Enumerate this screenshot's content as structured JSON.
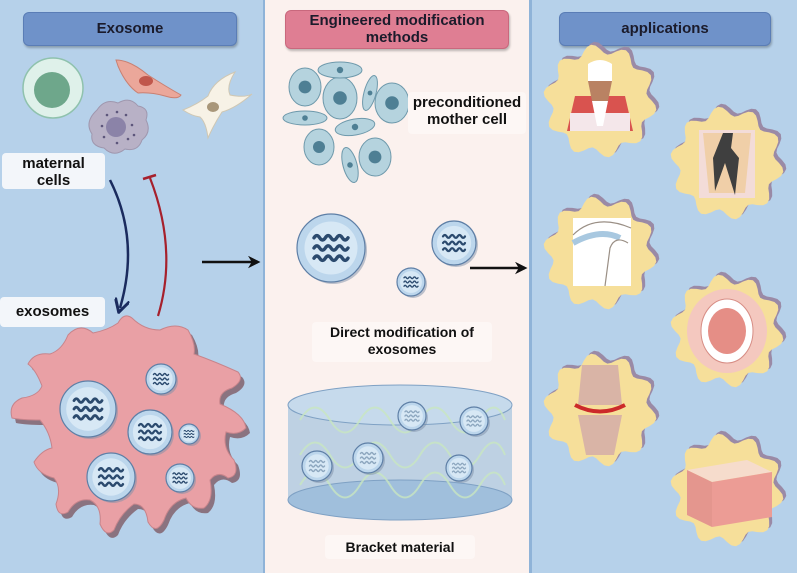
{
  "left_panel": {
    "title": "Exosome",
    "label_maternal_line1": "maternal",
    "label_maternal_line2": "cells",
    "label_exosomes": "exosomes"
  },
  "middle_panel": {
    "title_line1": "Engineered modification",
    "title_line2": "methods",
    "label_mother_line1": "preconditioned",
    "label_mother_line2": "mother cell",
    "label_direct_line1": "Direct modification of",
    "label_direct_line2": "exosomes",
    "label_bracket": "Bracket material"
  },
  "right_panel": {
    "title": "applications",
    "items": [
      {
        "icon": "periodontitis-tooth-icon"
      },
      {
        "icon": "dental-caries-pulp-icon"
      },
      {
        "icon": "tmj-joint-icon"
      },
      {
        "icon": "oral-mucosa-mouth-icon"
      },
      {
        "icon": "knee-osteoarthritis-icon"
      },
      {
        "icon": "skin-tissue-icon"
      }
    ]
  },
  "colors": {
    "panel_blue": "#b6d1ea",
    "panel_pink": "#fbf1ee",
    "header_blue": "#6f92c9",
    "header_pink": "#df7e93",
    "arrow_down": "#1a2b5e",
    "arrow_inhibit": "#a6202c",
    "cell_pink": "#e8a0a5",
    "badge_yellow": "#f6df9a"
  }
}
